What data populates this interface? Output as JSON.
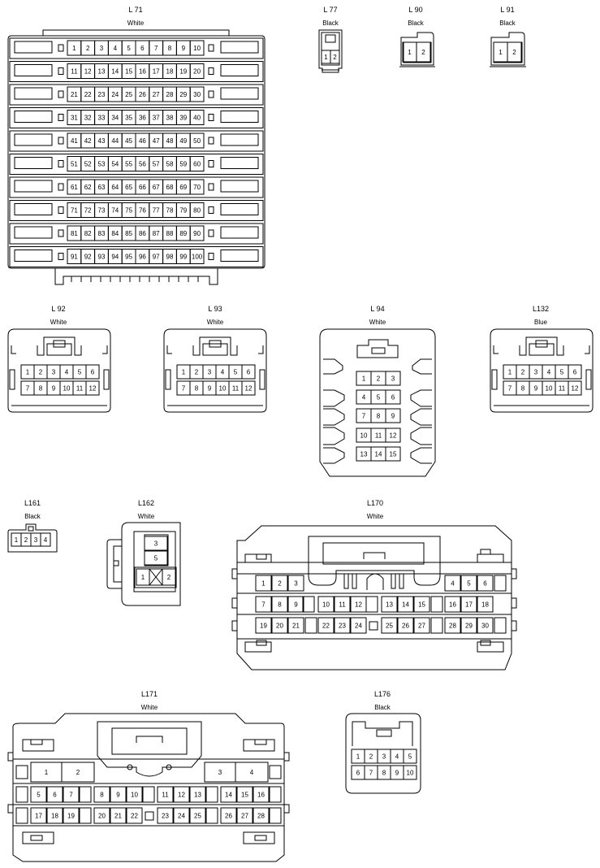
{
  "connectors": [
    {
      "id": "L 71",
      "color": "White",
      "pins": "1-100"
    },
    {
      "id": "L 77",
      "color": "Black",
      "pins": "1-2"
    },
    {
      "id": "L 90",
      "color": "Black",
      "pins": "1-2"
    },
    {
      "id": "L 91",
      "color": "Black",
      "pins": "1-2"
    },
    {
      "id": "L 92",
      "color": "White",
      "pins": "1-12"
    },
    {
      "id": "L 93",
      "color": "White",
      "pins": "1-12"
    },
    {
      "id": "L 94",
      "color": "White",
      "pins": "1-15"
    },
    {
      "id": "L132",
      "color": "Blue",
      "pins": "1-12"
    },
    {
      "id": "L161",
      "color": "Black",
      "pins": "1-4"
    },
    {
      "id": "L162",
      "color": "White",
      "pins": "1,2,3,5"
    },
    {
      "id": "L170",
      "color": "White",
      "pins": "1-30"
    },
    {
      "id": "L171",
      "color": "White",
      "pins": "1-28"
    },
    {
      "id": "L176",
      "color": "Black",
      "pins": "1-10"
    }
  ]
}
